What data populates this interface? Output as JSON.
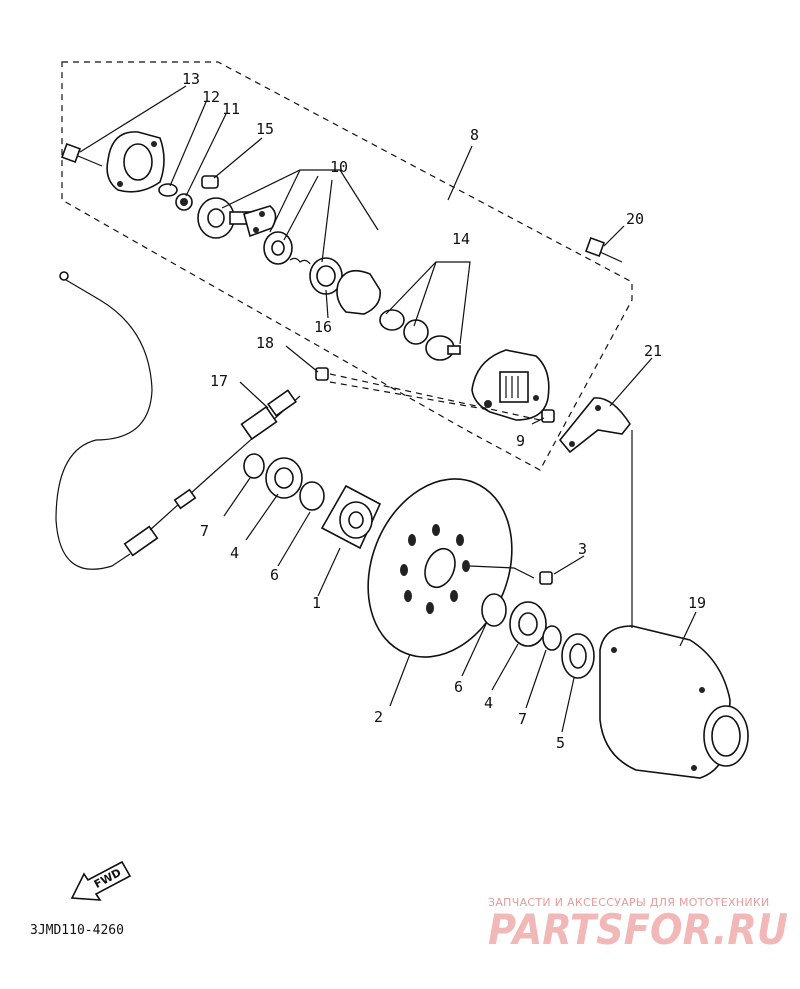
{
  "diagram": {
    "callouts": [
      {
        "key": "13",
        "label": "13"
      },
      {
        "key": "12",
        "label": "12"
      },
      {
        "key": "11",
        "label": "11"
      },
      {
        "key": "15",
        "label": "15"
      },
      {
        "key": "10",
        "label": "10"
      },
      {
        "key": "8",
        "label": "8"
      },
      {
        "key": "20",
        "label": "20"
      },
      {
        "key": "14",
        "label": "14"
      },
      {
        "key": "16",
        "label": "16"
      },
      {
        "key": "18",
        "label": "18"
      },
      {
        "key": "21",
        "label": "21"
      },
      {
        "key": "17",
        "label": "17"
      },
      {
        "key": "9",
        "label": "9"
      },
      {
        "key": "7a",
        "label": "7"
      },
      {
        "key": "4a",
        "label": "4"
      },
      {
        "key": "6a",
        "label": "6"
      },
      {
        "key": "1",
        "label": "1"
      },
      {
        "key": "3",
        "label": "3"
      },
      {
        "key": "19",
        "label": "19"
      },
      {
        "key": "6b",
        "label": "6"
      },
      {
        "key": "4b",
        "label": "4"
      },
      {
        "key": "7b",
        "label": "7"
      },
      {
        "key": "5",
        "label": "5"
      },
      {
        "key": "2",
        "label": "2"
      }
    ],
    "fwd_label": "FWD",
    "diagram_code": "3JMD110-4260"
  },
  "watermark": {
    "tagline": "ЗАПЧАСТИ И АКСЕССУАРЫ ДЛЯ МОТОТЕХНИКИ",
    "brand": "PARTSFOR.RU"
  }
}
